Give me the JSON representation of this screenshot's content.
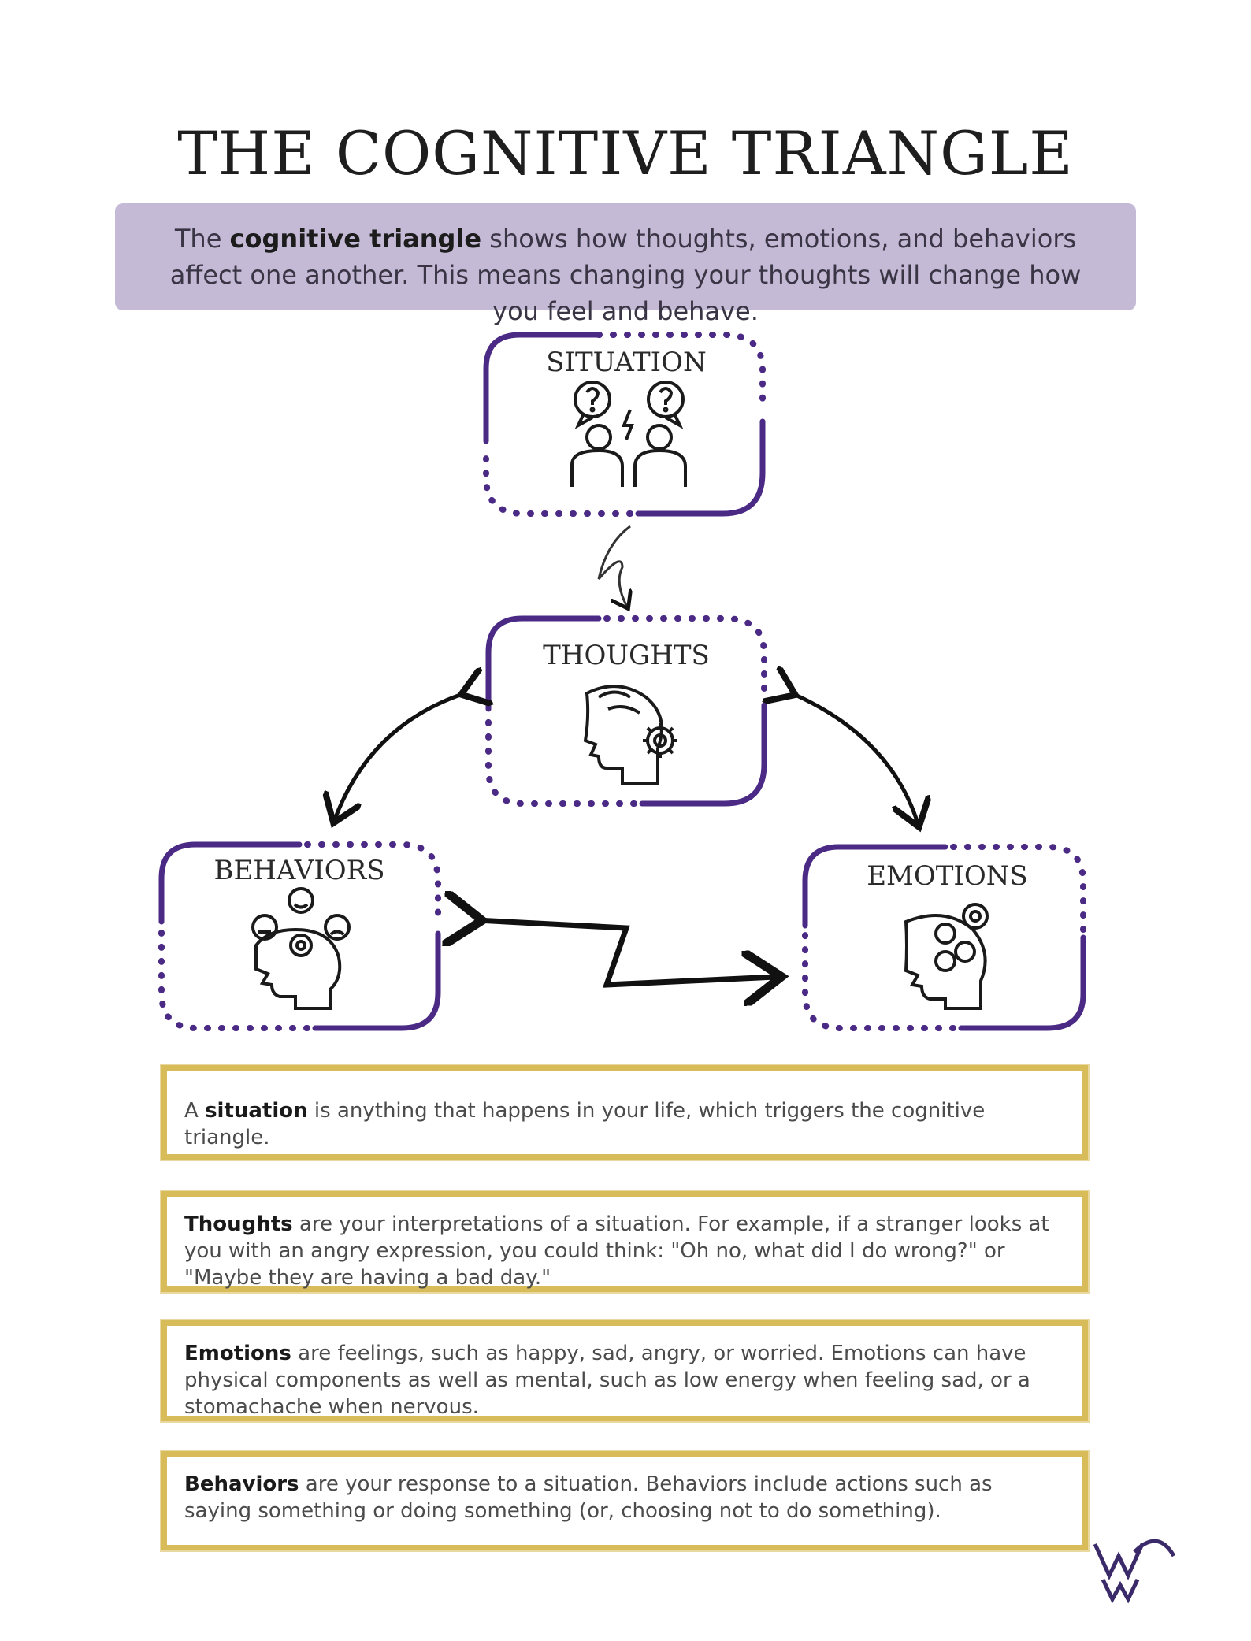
{
  "title": "THE COGNITIVE TRIANGLE",
  "intro": {
    "before": "The ",
    "bold": "cognitive triangle",
    "after": " shows how thoughts, emotions, and behaviors affect one another. This means changing your thoughts will change how you feel and behave."
  },
  "boxes": {
    "situation": "SITUATION",
    "thoughts": "THOUGHTS",
    "behaviors": "BEHAVIORS",
    "emotions": "EMOTIONS"
  },
  "descriptions": {
    "situation": {
      "pre": "A ",
      "bold": "situation",
      "rest": " is anything that happens in your life, which triggers the cognitive triangle."
    },
    "thoughts": {
      "pre": "",
      "bold": "Thoughts",
      "rest": " are your interpretations of a situation. For example, if a stranger looks at you with an angry expression, you could think: \"Oh no, what did I do wrong?\" or \"Maybe they are having a bad day.\""
    },
    "emotions": {
      "pre": "",
      "bold": "Emotions",
      "rest": " are feelings, such as happy, sad, angry, or worried. Emotions can have physical components as well as mental, such as low energy when feeling sad, or a stomachache when nervous."
    },
    "behaviors": {
      "pre": "",
      "bold": "Behaviors",
      "rest": " are your response to a situation. Behaviors include actions such as saying something or doing something (or, choosing not to do something)."
    }
  },
  "colors": {
    "purple": "#4b2a86",
    "gold": "#d8bc5a",
    "banner": "#c4bad6"
  },
  "icons": [
    "question-people-icon",
    "head-gears-icon",
    "head-emotions-icon",
    "wiggle-arrow-icon",
    "brand-logo-icon"
  ]
}
